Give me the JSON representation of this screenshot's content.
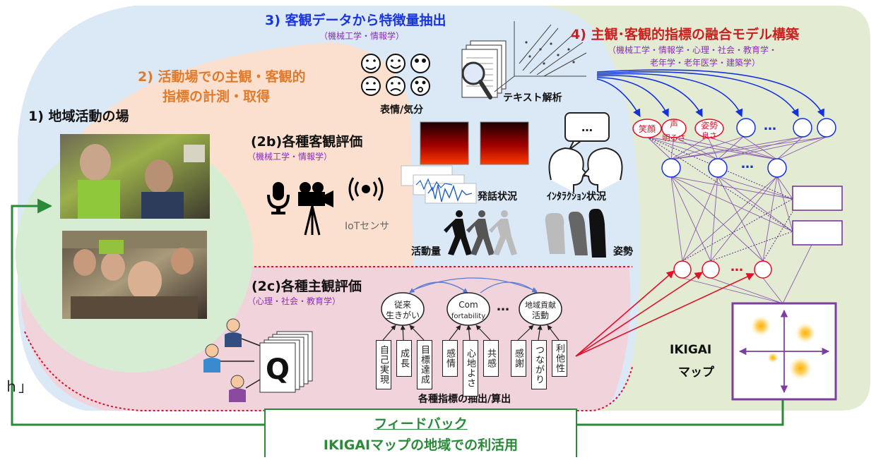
{
  "section1": {
    "title": "1) 地域活動の場"
  },
  "section2": {
    "title_line1": "2) 活動場での主観・客観的",
    "title_line2": "指標の計測・取得"
  },
  "section2b": {
    "title": "(2b)各種客観評価",
    "field": "（機械工学・情報学）",
    "iot_label": "IoTセンサ"
  },
  "section2c": {
    "title": "(2c)各種主観評価",
    "field": "（心理・社会・教育学）"
  },
  "section3": {
    "title": "3) 客観データから特徴量抽出",
    "field": "（機械工学・情報学）"
  },
  "section4": {
    "title": "4) 主観･客観的指標の融合モデル構築",
    "field_line1": "（機械工学・情報学・心理・社会・教育学・",
    "field_line2": "老年学・老年医学・建築学）"
  },
  "labels": {
    "expression": "表情/気分",
    "text_analysis": "テキスト解析",
    "speech": "発話状況",
    "interaction": "ｲﾝﾀﾗｸｼｮﾝ状況",
    "activity": "活動量",
    "posture": "姿勢",
    "extraction": "各種指標の抽出/算出",
    "q_symbol": "Q",
    "ikigai_map_line1": "IKIGAI",
    "ikigai_map_line2": "マップ"
  },
  "feedback": {
    "line1": "フィードバック",
    "line2": "IKIGAIマップの地域での利活用"
  },
  "factors": [
    {
      "line1": "従来",
      "line2": "生きがい"
    },
    {
      "line1": "Com",
      "line2": "fortability"
    },
    {
      "line1": "地域貢献",
      "line2": "活動"
    }
  ],
  "factor_ellipsis": "…",
  "items": [
    "自己実現",
    "成長",
    "目標達成",
    "感情",
    "心地よさ",
    "共感",
    "感謝",
    "つながり",
    "利他性"
  ],
  "network": {
    "input_nodes": [
      {
        "line1": "笑顔",
        "line2": ""
      },
      {
        "line1": "声",
        "line2": "明るさ"
      },
      {
        "line1": "姿勢",
        "line2": "良さ"
      }
    ],
    "ellipsis": "…",
    "speech_bubble": "…"
  },
  "colors": {
    "blue_region": "#dbe8f6",
    "green_region": "#e3ecd3",
    "orange_region": "#fce0cf",
    "green_circle": "#d6edd3",
    "pink_region": "#f2d6de",
    "title_blue": "#1a36e0",
    "title_orange": "#e07a2c",
    "title_red": "#cc1f1f",
    "field_purple": "#8a2fb6",
    "feedback_green": "#2a8a3a",
    "map_purple": "#7a3fa0",
    "node_red": "#e0102a",
    "node_blue": "#1430e0"
  }
}
